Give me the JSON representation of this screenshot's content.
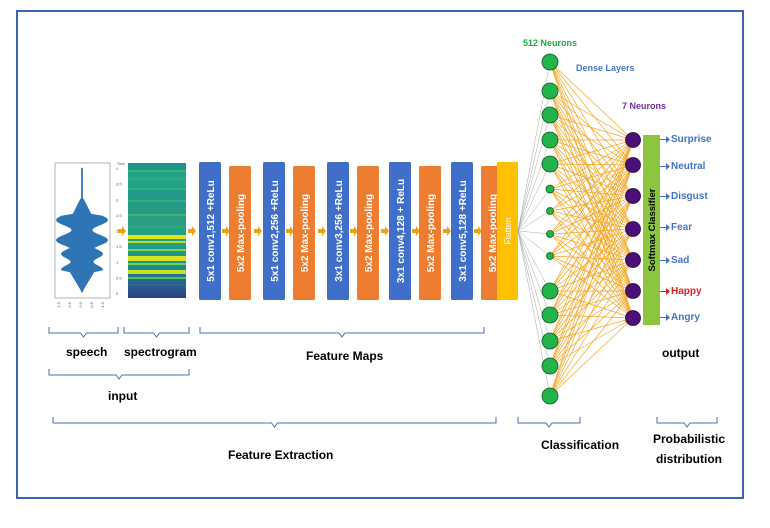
{
  "input_stage": {
    "speech_label": "speech",
    "spectrogram_label": "spectrogram",
    "input_label": "input",
    "waveform_y_ticks": [
      "4",
      "3.5",
      "3",
      "2.5",
      "2",
      "1.5",
      "1",
      "0.5",
      "0"
    ],
    "waveform_x_ticks": [
      "1.0",
      "0.5",
      "0.0",
      "-0.5",
      "-1.0"
    ],
    "waveform_axis_title": "Time"
  },
  "cnn_layers": [
    {
      "label": "5x1 conv1,512 +ReLu",
      "kind": "conv"
    },
    {
      "label": "5x2 Max-pooling",
      "kind": "pool"
    },
    {
      "label": "5x1 conv2,256 +ReLu",
      "kind": "conv"
    },
    {
      "label": "5x2 Max-pooling",
      "kind": "pool"
    },
    {
      "label": "3x1 conv3,256 +ReLu",
      "kind": "conv"
    },
    {
      "label": "5x2 Max-pooling",
      "kind": "pool"
    },
    {
      "label": "3x1 conv4,128 + ReLu",
      "kind": "conv"
    },
    {
      "label": "5x2 Max-pooling",
      "kind": "pool"
    },
    {
      "label": "3x1 conv5,128 +ReLu",
      "kind": "conv"
    },
    {
      "label": "5x2 Max-pooling",
      "kind": "pool"
    }
  ],
  "flatten_label": "Flatten",
  "feature_maps_label": "Feature Maps",
  "feature_extraction_label": "Feature Extraction",
  "dense": {
    "neurons_512_label": "512 Neurons",
    "dense_layers_label": "Dense Layers",
    "neurons_7_label": "7 Neurons",
    "classification_label": "Classification"
  },
  "softmax_label": "Softmax Classifier",
  "emotions": [
    "Surprise",
    "Neutral",
    "Disgust",
    "Fear",
    "Sad",
    "Happy",
    "Angry"
  ],
  "highlighted_emotion": "Happy",
  "output_label": "output",
  "probabilistic_label_line1": "Probabilistic",
  "probabilistic_label_line2": "distribution",
  "colors": {
    "frame": "#3a63b0",
    "conv": "#3f6fc8",
    "pool": "#ed7d31",
    "flatten": "#ffc000",
    "neuron_green": "#22b34a",
    "neuron_purple": "#4b0f78",
    "connection": "#f5a623",
    "softmax": "#8cc63f",
    "emotion_text": "#4472c4",
    "happy_text": "#e02020",
    "title_green": "#21a845",
    "title_blue": "#4472c4",
    "title_purple": "#7030a0",
    "brace": "#4a6fb3",
    "waveform": "#2e75b6"
  }
}
